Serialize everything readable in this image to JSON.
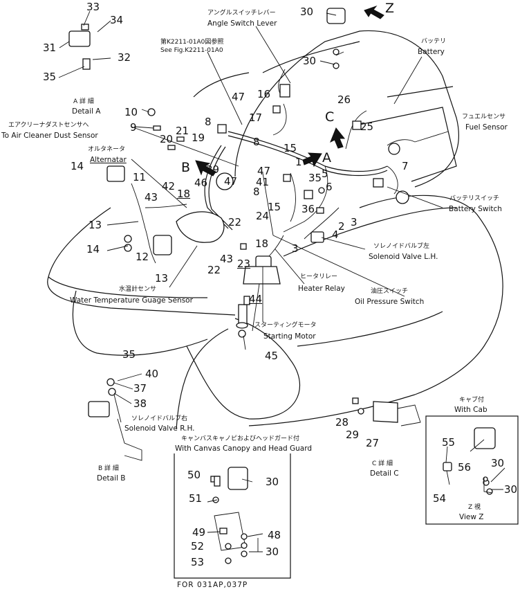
{
  "view_labels": {
    "z": "Z",
    "a": "A",
    "b": "B",
    "c": "C"
  },
  "callouts": {
    "angle_switch_lever": {
      "jp": "アングルスイッチレバー",
      "en": "Angle Switch Lever"
    },
    "see_fig": {
      "jp": "第K2211-01A0図参照",
      "en": "See Fig.K2211-01A0"
    },
    "battery": {
      "jp": "バッテリ",
      "en": "Battery"
    },
    "fuel_sensor": {
      "jp": "フュエルセンサ",
      "en": "Fuel Sensor"
    },
    "air_cleaner_dust_sensor": {
      "jp": "エアクリーナダストセンサへ",
      "en": "To Air Cleaner Dust Sensor"
    },
    "alternator": {
      "jp": "オルタネータ",
      "en": "Alternatar"
    },
    "battery_switch": {
      "jp": "バッテリスイッチ",
      "en": "Battery Switch"
    },
    "solenoid_valve_lh": {
      "jp": "ソレノイドバルブ左",
      "en": "Solenoid Valve L.H."
    },
    "heater_relay": {
      "jp": "ヒータリレー",
      "en": "Heater Relay"
    },
    "oil_pressure_switch": {
      "jp": "油圧スイッチ",
      "en": "Oil Pressure Switch"
    },
    "water_temperature_sensor": {
      "jp": "水温計センサ",
      "en": "Water Temperature Guage Sensor"
    },
    "starting_motor": {
      "jp": "スターティングモータ",
      "en": "Starting Motor"
    },
    "solenoid_valve_rh": {
      "jp": "ソレノイドバルブ右",
      "en": "Solenoid Valve R.H."
    },
    "canvas_canopy": {
      "jp": "キャンバスキャノピおよびヘッドガード付",
      "en": "With Canvas Canopy and Head Guard"
    },
    "with_cab": {
      "jp": "キャブ付",
      "en": "With Cab"
    }
  },
  "details": {
    "a": {
      "jp": "A 詳 細",
      "en": "Detail A"
    },
    "b": {
      "jp": "B 詳 細",
      "en": "Detail B"
    },
    "c": {
      "jp": "C 詳 細",
      "en": "Detail C"
    },
    "z": {
      "jp": "Z 視",
      "en": "View Z"
    }
  },
  "footer": "FOR 031AP,037P",
  "part_numbers": {
    "p33": "33",
    "p34": "34",
    "p31": "31",
    "p32": "32",
    "p35a": "35",
    "p30a": "30",
    "p30b": "30",
    "p47a": "47",
    "p16": "16",
    "p26": "26",
    "p10": "10",
    "p17": "17",
    "p25": "25",
    "p9": "9",
    "p8a": "8",
    "p21": "21",
    "p20": "20",
    "p19": "19",
    "p8b": "8",
    "p7": "7",
    "p15a": "15",
    "p1": "1",
    "p14a": "14",
    "p39": "39",
    "p47b": "47",
    "p5": "5",
    "p35b": "35",
    "p11": "11",
    "p46": "46",
    "p47c": "47",
    "p41": "41",
    "p6": "6",
    "p42": "42",
    "p43a": "43",
    "p18a": "18",
    "p8c": "8",
    "p36": "36",
    "p15b": "15",
    "p2": "2",
    "p3a": "3",
    "p4": "4",
    "p13a": "13",
    "p24": "24",
    "p22a": "22",
    "p18b": "18",
    "p14b": "14",
    "p12": "12",
    "p43b": "43",
    "p23": "23",
    "p3b": "3",
    "p22b": "22",
    "p13b": "13",
    "p44": "44",
    "p45": "45",
    "p35c": "35",
    "p40": "40",
    "p37": "37",
    "p38": "38",
    "p28": "28",
    "p29": "29",
    "p27": "27",
    "p55": "55",
    "p56": "56",
    "p30c": "30",
    "p30d": "30",
    "p54": "54",
    "p50": "50",
    "p30e": "30",
    "p51": "51",
    "p49": "49",
    "p48": "48",
    "p52": "52",
    "p53": "53",
    "p30f": "30"
  }
}
